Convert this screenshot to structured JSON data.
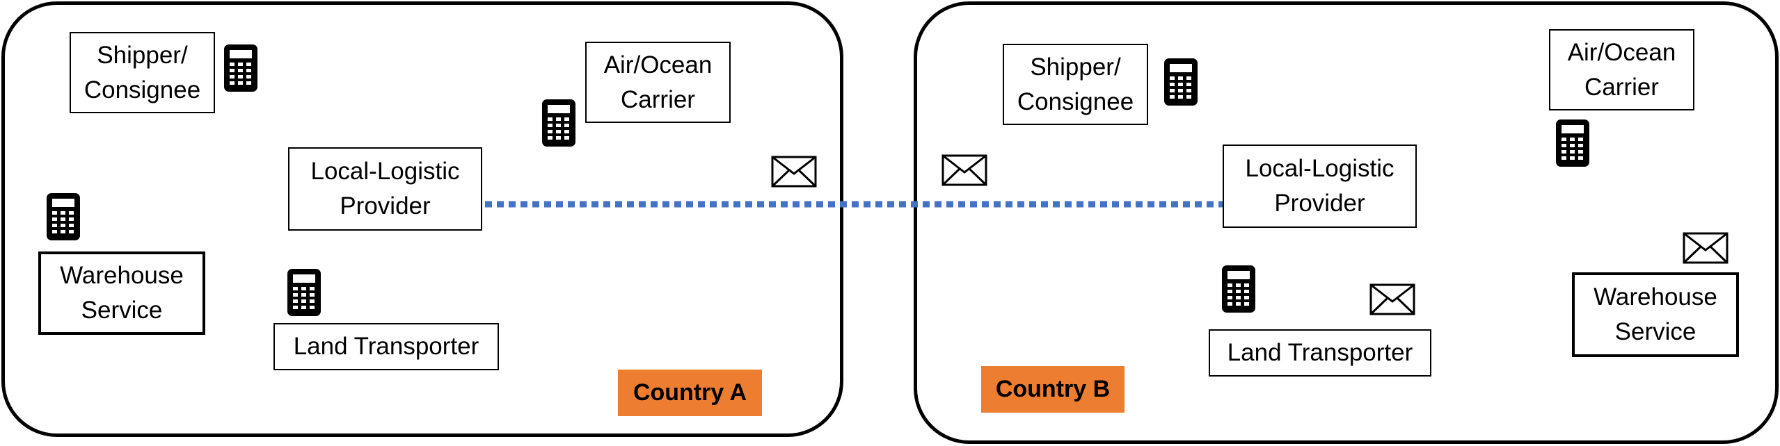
{
  "country_a": {
    "label": "Country A",
    "nodes": {
      "shipper": "Shipper/\nConsignee",
      "carrier": "Air/Ocean\nCarrier",
      "llp": "Local-Logistic\nProvider",
      "warehouse": "Warehouse\nService",
      "land": "Land Transporter"
    }
  },
  "country_b": {
    "label": "Country B",
    "nodes": {
      "shipper": "Shipper/\nConsignee",
      "carrier": "Air/Ocean\nCarrier",
      "llp": "Local-Logistic\nProvider",
      "warehouse": "Warehouse\nService",
      "land": "Land Transporter"
    }
  },
  "colors": {
    "country_badge": "#ED7D31",
    "cross_border_link": "#4472C4",
    "local_link": "#000000"
  },
  "icons": [
    "calculator-icon",
    "envelope-icon"
  ]
}
